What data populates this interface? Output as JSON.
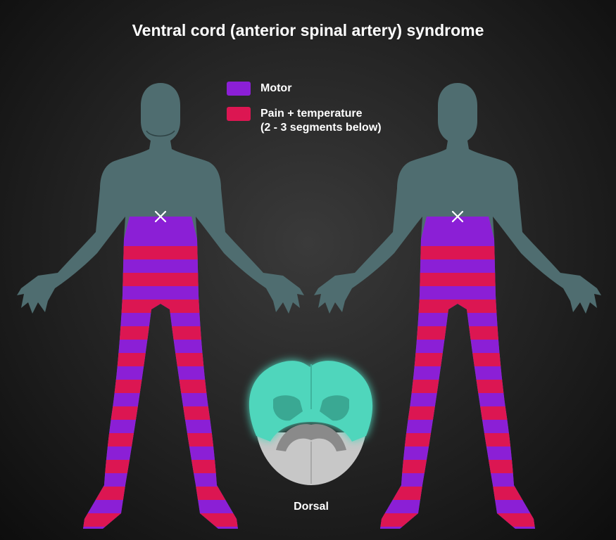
{
  "title": "Ventral cord (anterior spinal artery) syndrome",
  "legend": [
    {
      "label": "Motor",
      "color": "#8b1fd6"
    },
    {
      "label": "Pain + temperature",
      "sublabel": "(2 - 3 segments below)",
      "color": "#dc1652"
    }
  ],
  "cross_section": {
    "label": "Dorsal"
  },
  "colors": {
    "body": "#4f6d70",
    "motor": "#8b1fd6",
    "pain": "#dc1652",
    "lesion": "#4fd6bc",
    "gray_matter_dorsal": "#8a8a8a",
    "white_matter_dorsal": "#c7c7c7",
    "marker": "#ffffff"
  },
  "icons": [
    "lesion-cross-icon"
  ]
}
